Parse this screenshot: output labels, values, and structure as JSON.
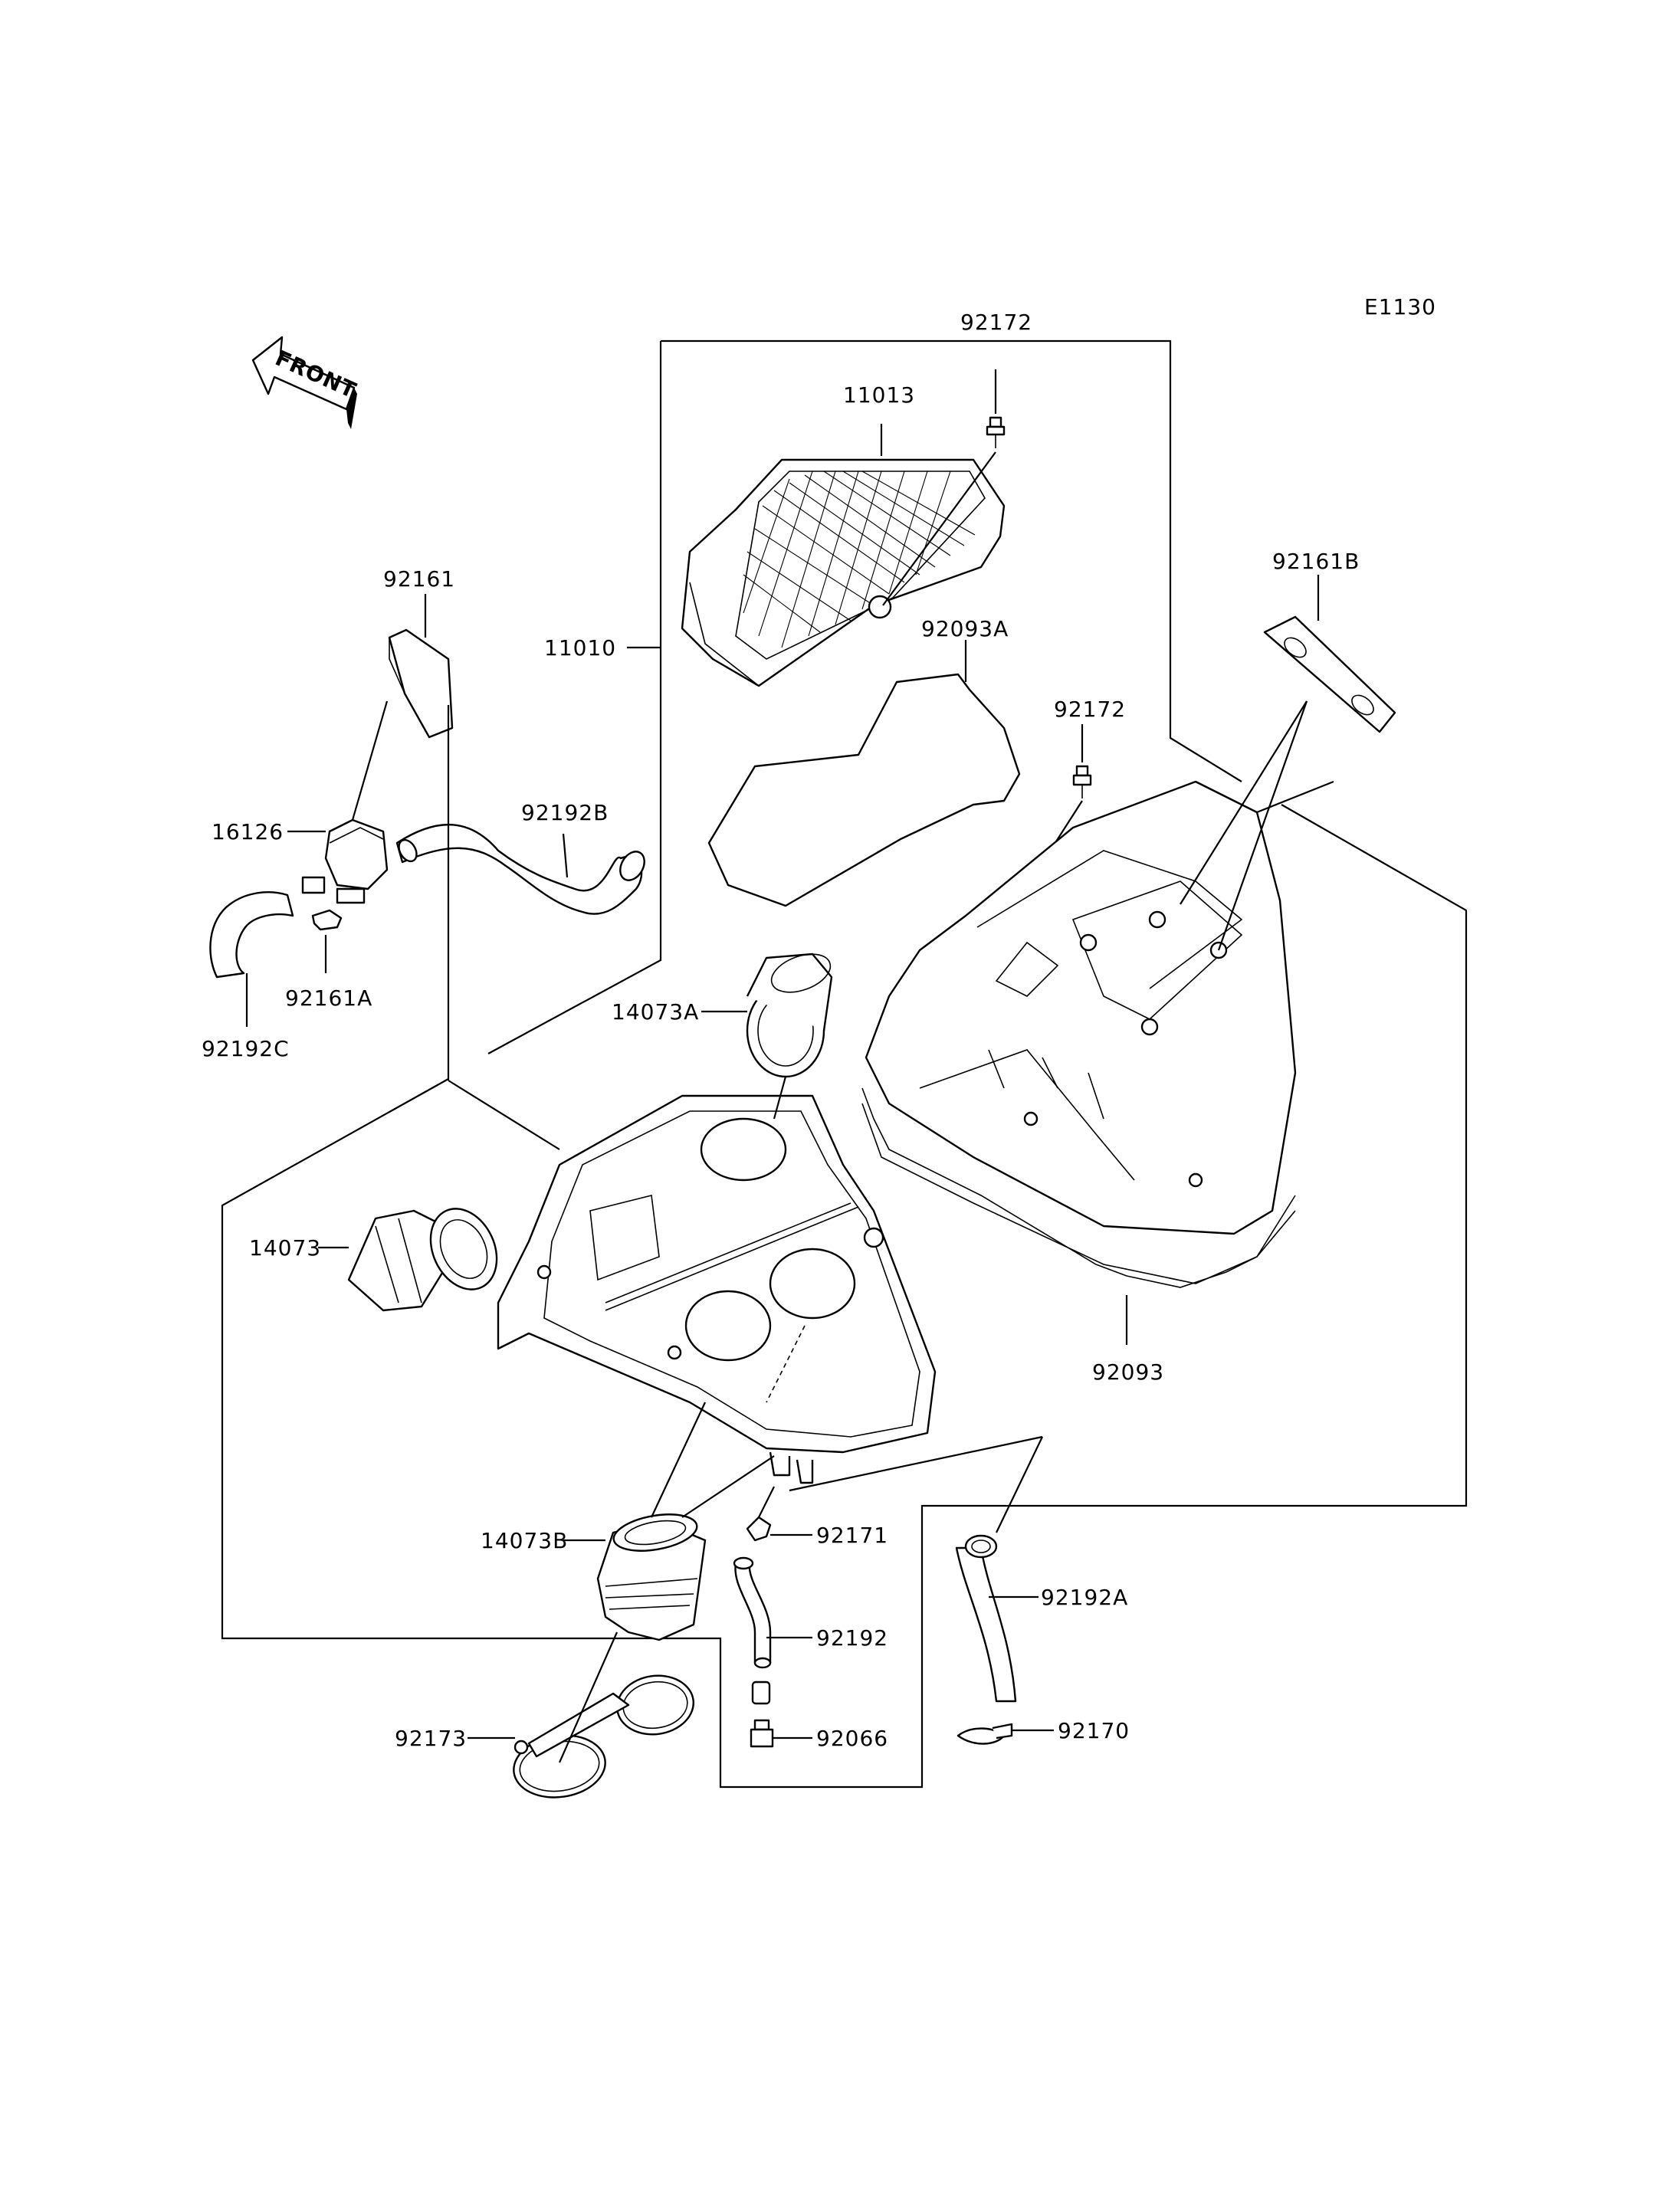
{
  "diagram": {
    "code": "E1130",
    "front_arrow": "FRONT",
    "labels": {
      "l11013": "11013",
      "l92172a": "92172",
      "l11010": "11010",
      "l92093a": "92093A",
      "l92172b": "92172",
      "l92161b": "92161B",
      "l92161": "92161",
      "l92192b": "92192B",
      "l16126": "16126",
      "l92161a": "92161A",
      "l92192c": "92192C",
      "l14073a": "14073A",
      "l14073": "14073",
      "l92093": "92093",
      "l14073b": "14073B",
      "l92171": "92171",
      "l92192a": "92192A",
      "l92192": "92192",
      "l92066": "92066",
      "l92170": "92170",
      "l92173": "92173"
    }
  }
}
